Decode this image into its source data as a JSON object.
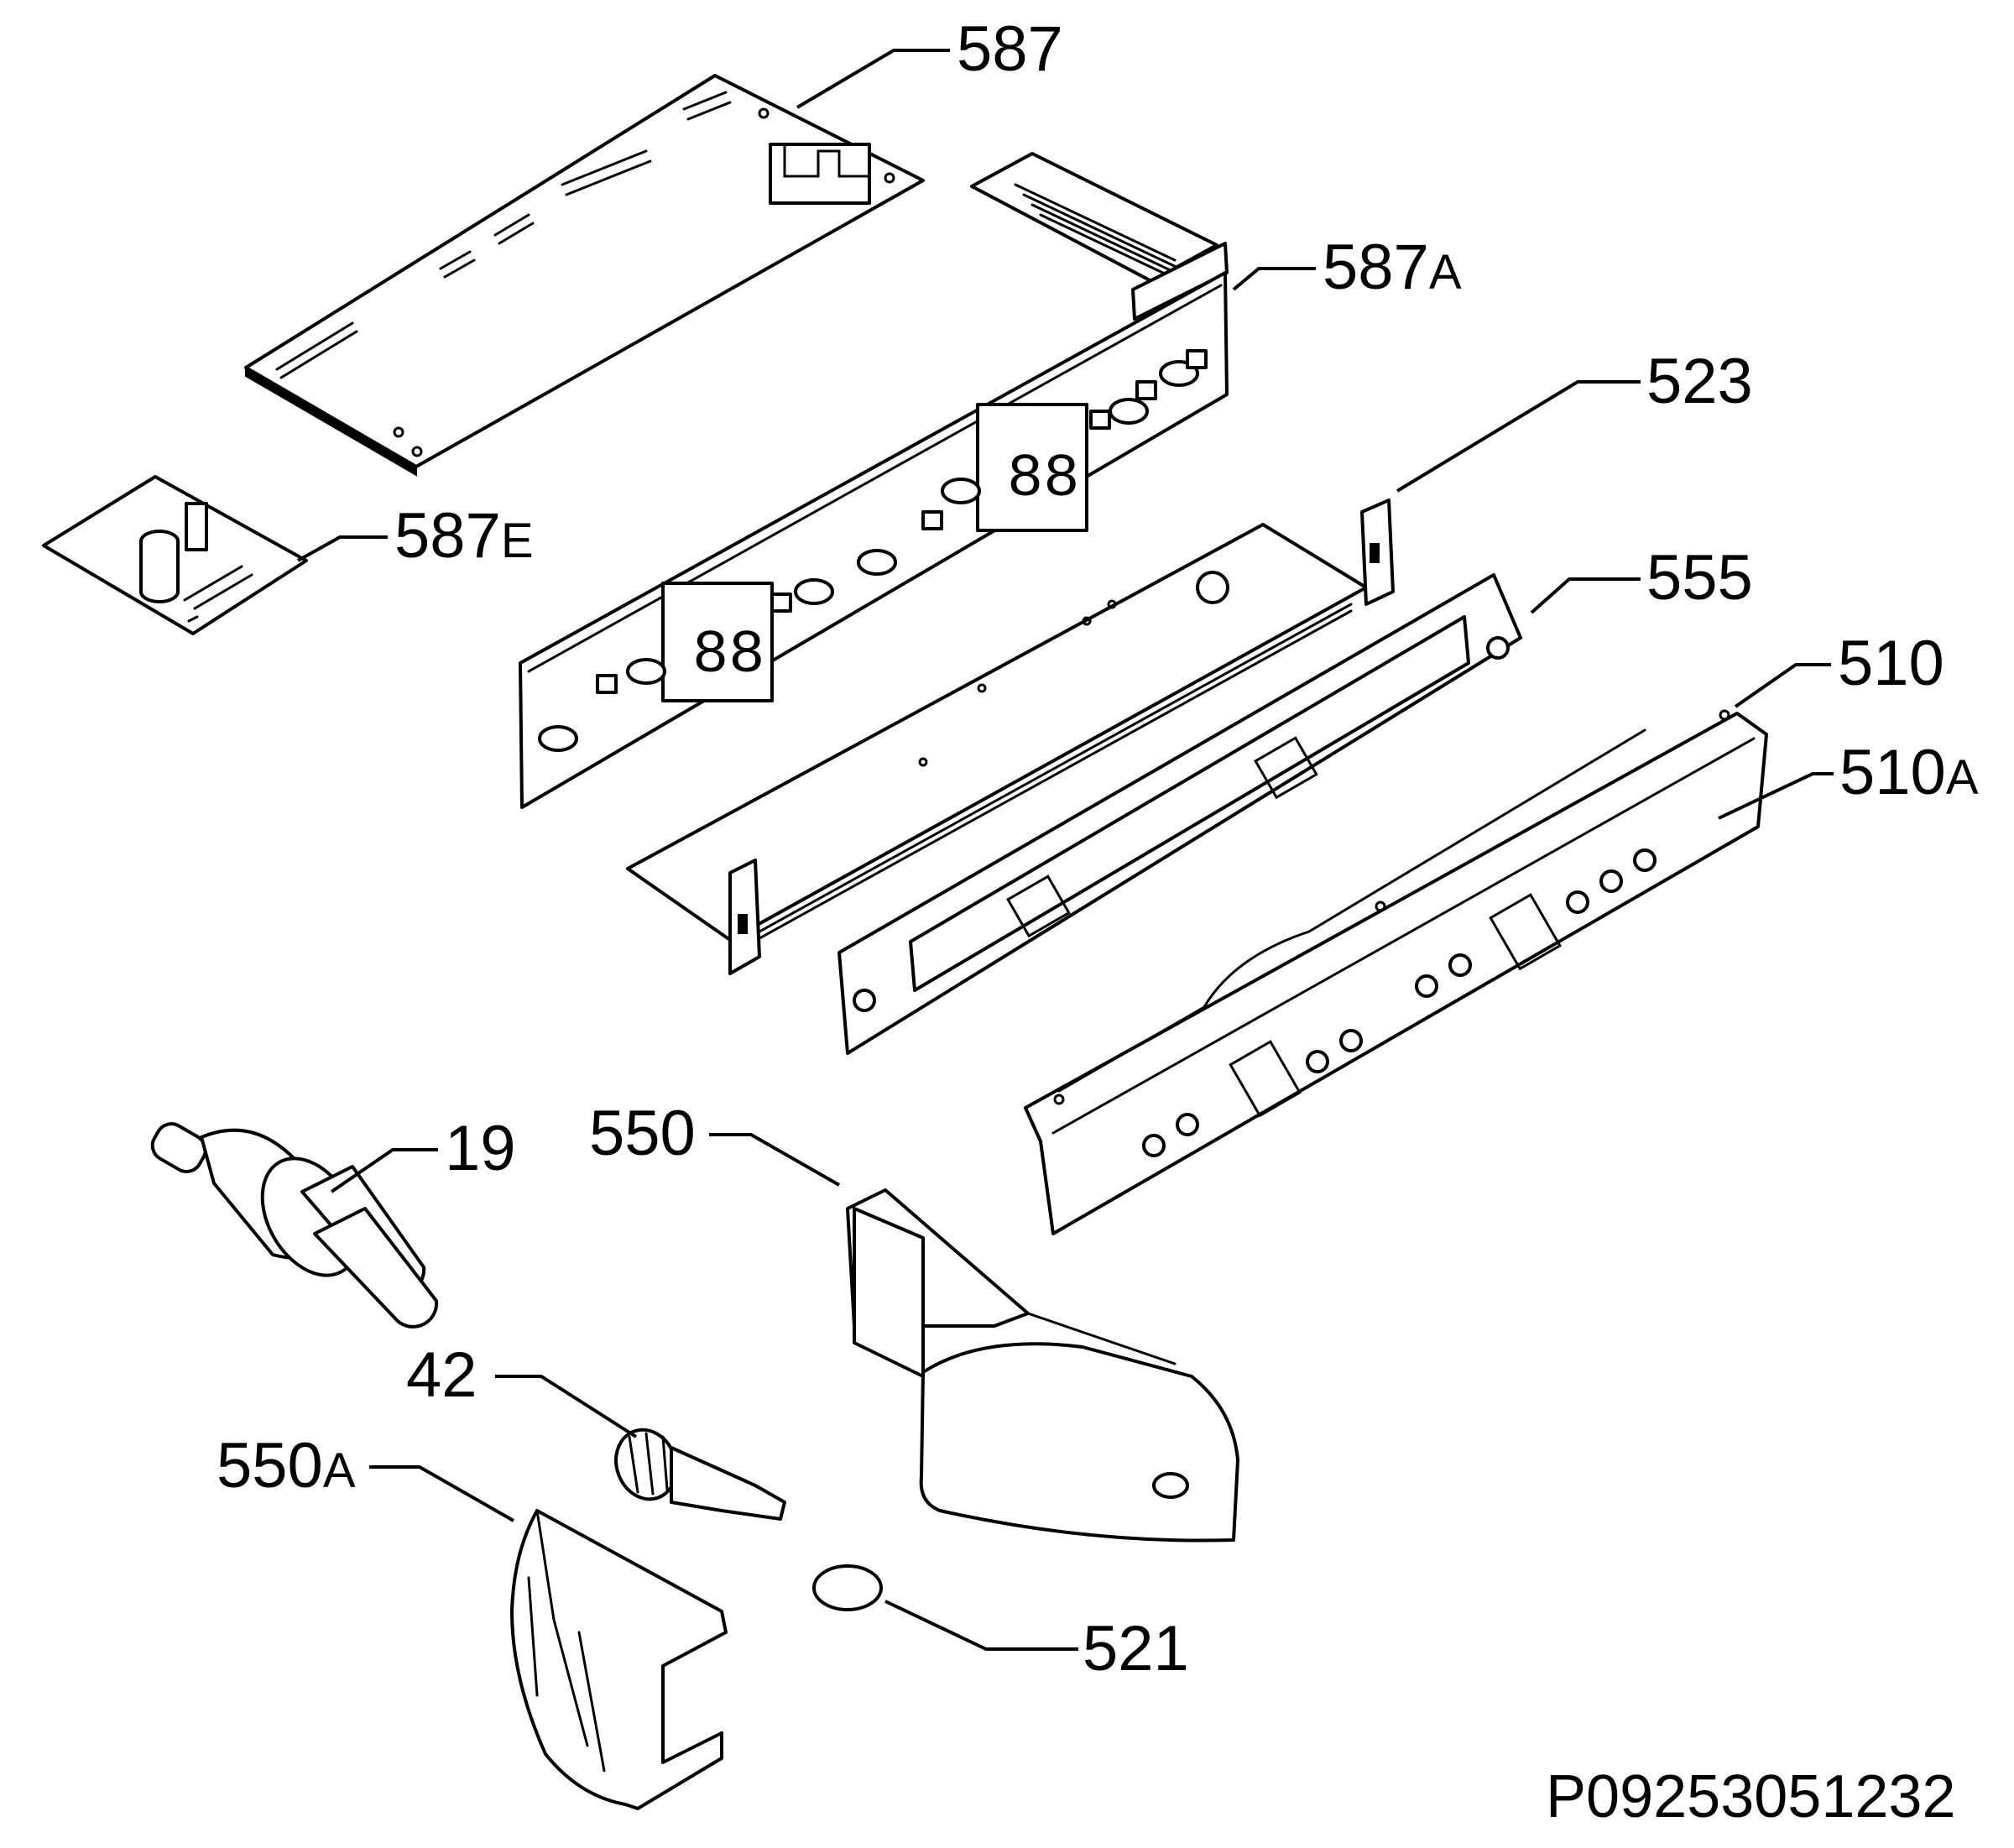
{
  "callouts": [
    {
      "id": "587",
      "number": "587",
      "suffix": ""
    },
    {
      "id": "587A",
      "number": "587",
      "suffix": "A"
    },
    {
      "id": "523",
      "number": "523",
      "suffix": ""
    },
    {
      "id": "587E",
      "number": "587",
      "suffix": "E"
    },
    {
      "id": "555",
      "number": "555",
      "suffix": ""
    },
    {
      "id": "510",
      "number": "510",
      "suffix": ""
    },
    {
      "id": "510A",
      "number": "510",
      "suffix": "A"
    },
    {
      "id": "19",
      "number": "19",
      "suffix": ""
    },
    {
      "id": "550",
      "number": "550",
      "suffix": ""
    },
    {
      "id": "42",
      "number": "42",
      "suffix": ""
    },
    {
      "id": "550A",
      "number": "550",
      "suffix": "A"
    },
    {
      "id": "521",
      "number": "521",
      "suffix": ""
    }
  ],
  "drawing_number": "P09253051232",
  "colors": {
    "line": "#000000",
    "background": "#ffffff"
  }
}
